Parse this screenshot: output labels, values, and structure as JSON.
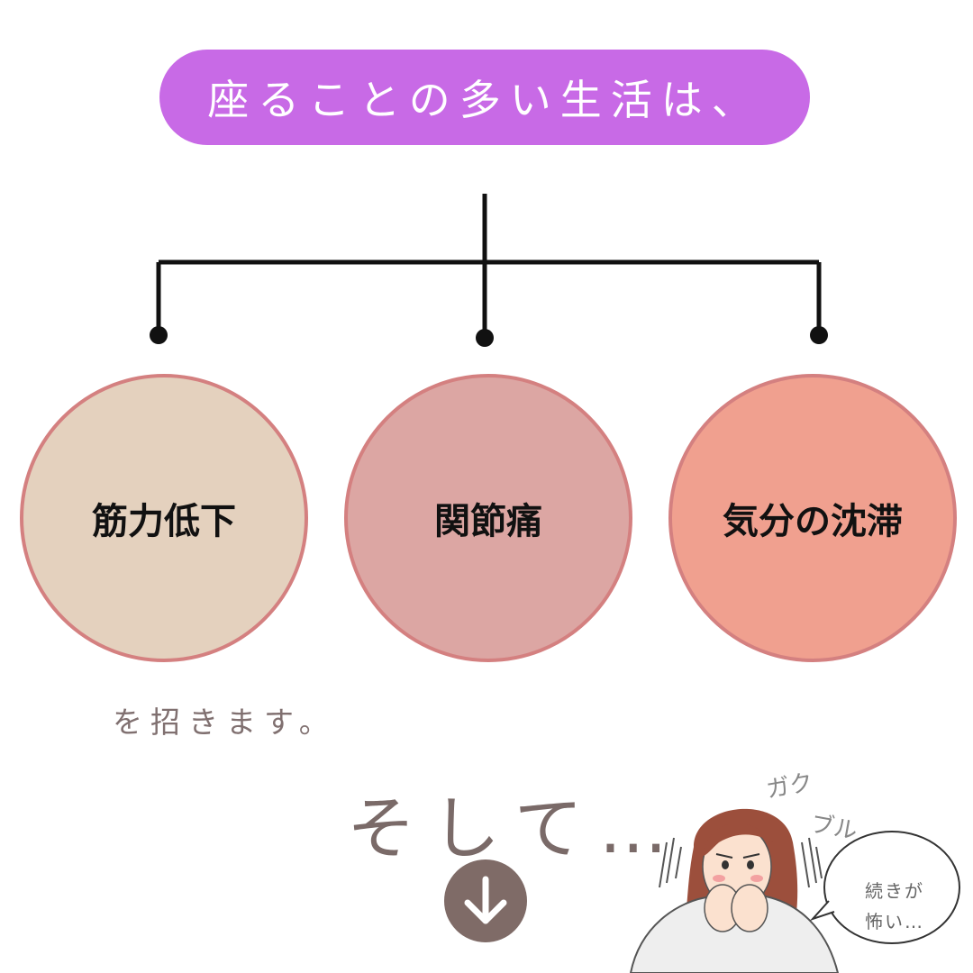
{
  "header": {
    "title": "座ることの多い生活は、"
  },
  "items": [
    {
      "label": "筋力低下",
      "color": "#e4d1be"
    },
    {
      "label": "関節痛",
      "color": "#dca6a3"
    },
    {
      "label": "気分の沈滞",
      "color": "#f0a08f"
    }
  ],
  "caption": "を招きます。",
  "transition": "そして…",
  "illustration": {
    "sfx_1": "ガク",
    "sfx_2": "ブル",
    "speech_line_1": "続きが",
    "speech_line_2": "怖い…"
  },
  "colors": {
    "pill": "#c86ae6",
    "circle_border": "#d48080",
    "arrow_button": "#7f6b67"
  }
}
